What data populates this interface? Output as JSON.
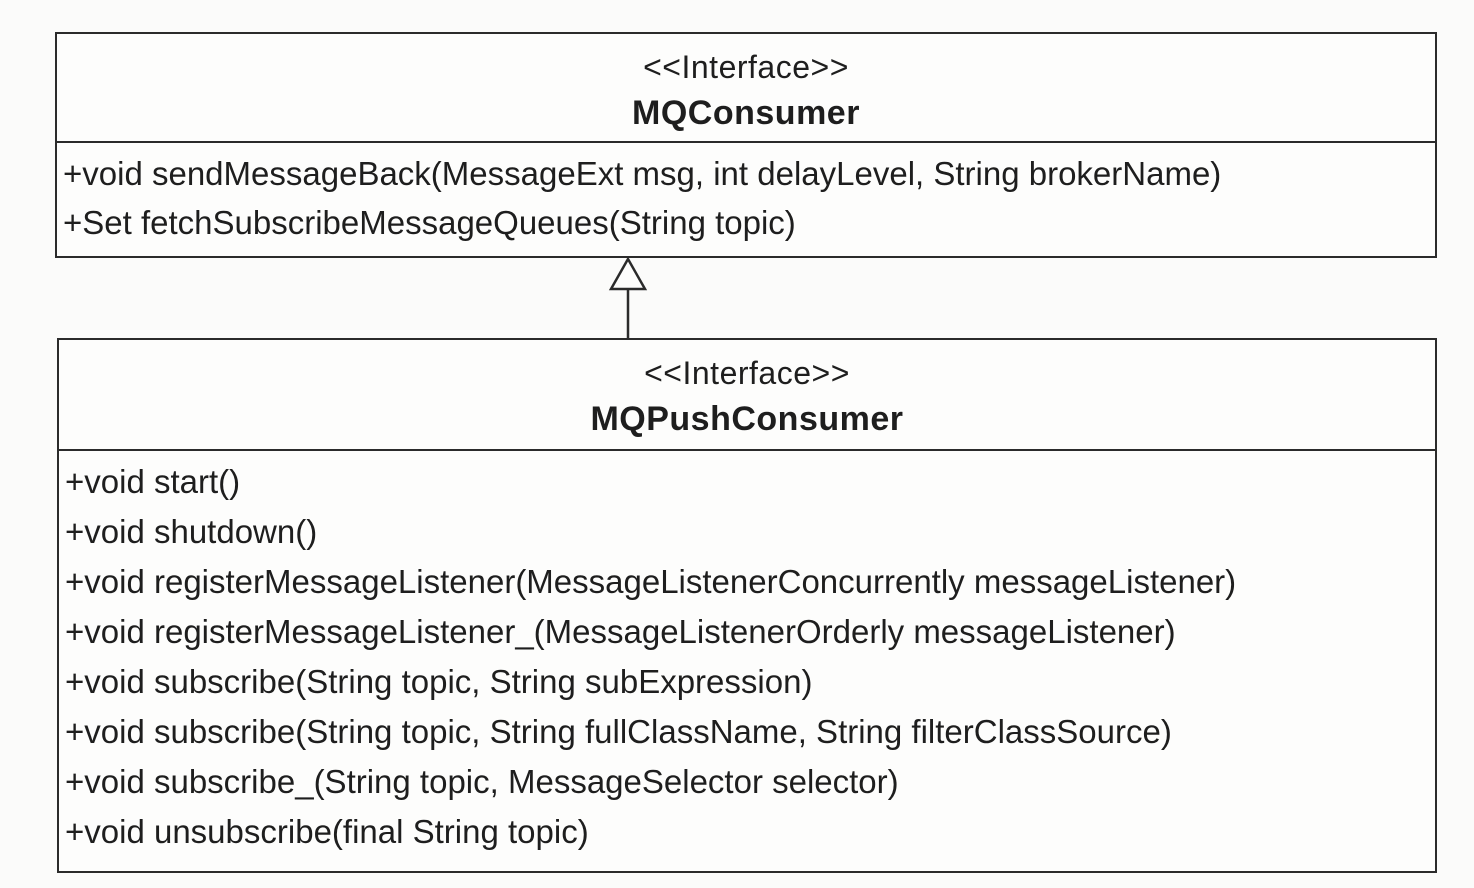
{
  "diagram": {
    "type": "uml-class-diagram",
    "classes": [
      {
        "stereotype": "<<Interface>>",
        "name": "MQConsumer",
        "methods": [
          "+void sendMessageBack(MessageExt msg, int delayLevel, String brokerName)",
          "+Set fetchSubscribeMessageQueues(String topic)"
        ]
      },
      {
        "stereotype": "<<Interface>>",
        "name": "MQPushConsumer",
        "methods": [
          "+void start()",
          "+void shutdown()",
          "+void registerMessageListener(MessageListenerConcurrently messageListener)",
          "+void registerMessageListener_(MessageListenerOrderly messageListener)",
          "+void subscribe(String topic, String subExpression)",
          "+void subscribe(String topic, String fullClassName, String filterClassSource)",
          "+void subscribe_(String topic, MessageSelector selector)",
          "+void unsubscribe(final String topic)"
        ]
      }
    ],
    "relationships": [
      {
        "type": "generalization",
        "from": "MQPushConsumer",
        "to": "MQConsumer",
        "arrow": "hollow-triangle"
      }
    ],
    "colors": {
      "line": "#2b2b2b",
      "text": "#1e1e1e",
      "box_background": "#fdfdfc",
      "page_background": "#fbfbfa"
    }
  }
}
